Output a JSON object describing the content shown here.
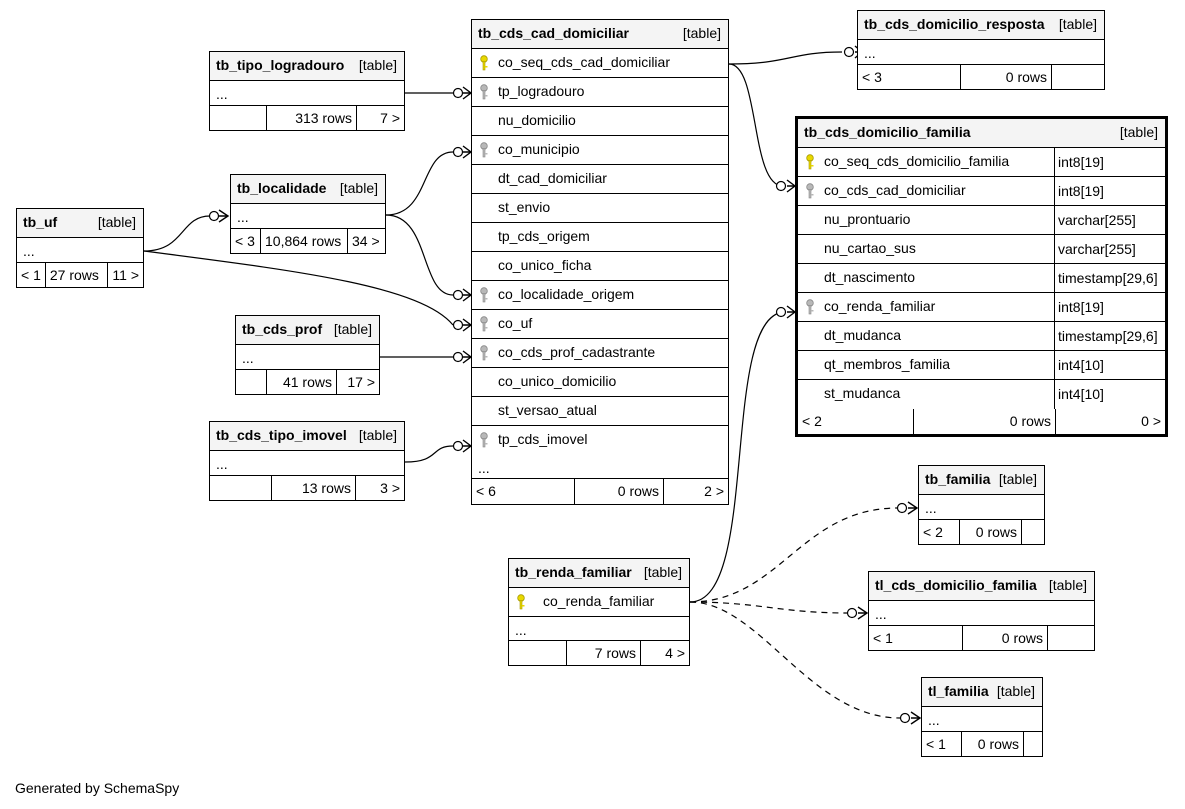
{
  "caption": "Generated by SchemaSpy",
  "tables": {
    "tb_cds_cad_domiciliar": {
      "name": "tb_cds_cad_domiciliar",
      "kind": "[table]",
      "columns": [
        {
          "name": "co_seq_cds_cad_domiciliar",
          "key": "primary"
        },
        {
          "name": "tp_logradouro",
          "key": "foreign"
        },
        {
          "name": "nu_domicilio",
          "key": ""
        },
        {
          "name": "co_municipio",
          "key": "foreign"
        },
        {
          "name": "dt_cad_domiciliar",
          "key": ""
        },
        {
          "name": "st_envio",
          "key": ""
        },
        {
          "name": "tp_cds_origem",
          "key": ""
        },
        {
          "name": "co_unico_ficha",
          "key": ""
        },
        {
          "name": "co_localidade_origem",
          "key": "foreign"
        },
        {
          "name": "co_uf",
          "key": "foreign"
        },
        {
          "name": "co_cds_prof_cadastrante",
          "key": "foreign"
        },
        {
          "name": "co_unico_domicilio",
          "key": ""
        },
        {
          "name": "st_versao_atual",
          "key": ""
        },
        {
          "name": "tp_cds_imovel",
          "key": "foreign"
        }
      ],
      "more": "...",
      "footer": {
        "parents": "< 6",
        "rows": "0 rows",
        "children": "2 >"
      }
    },
    "tb_cds_domicilio_resposta": {
      "name": "tb_cds_domicilio_resposta",
      "kind": "[table]",
      "more": "...",
      "footer": {
        "parents": "< 3",
        "rows": "0 rows",
        "children": ""
      }
    },
    "tb_cds_domicilio_familia": {
      "name": "tb_cds_domicilio_familia",
      "kind": "[table]",
      "columns": [
        {
          "name": "co_seq_cds_domicilio_familia",
          "type": "int8[19]",
          "key": "primary"
        },
        {
          "name": "co_cds_cad_domiciliar",
          "type": "int8[19]",
          "key": "foreign"
        },
        {
          "name": "nu_prontuario",
          "type": "varchar[255]",
          "key": ""
        },
        {
          "name": "nu_cartao_sus",
          "type": "varchar[255]",
          "key": ""
        },
        {
          "name": "dt_nascimento",
          "type": "timestamp[29,6]",
          "key": ""
        },
        {
          "name": "co_renda_familiar",
          "type": "int8[19]",
          "key": "foreign"
        },
        {
          "name": "dt_mudanca",
          "type": "timestamp[29,6]",
          "key": ""
        },
        {
          "name": "qt_membros_familia",
          "type": "int4[10]",
          "key": ""
        },
        {
          "name": "st_mudanca",
          "type": "int4[10]",
          "key": ""
        }
      ],
      "footer": {
        "parents": "< 2",
        "rows": "0 rows",
        "children": "0 >"
      }
    },
    "tb_tipo_logradouro": {
      "name": "tb_tipo_logradouro",
      "kind": "[table]",
      "more": "...",
      "footer": {
        "parents": "",
        "rows": "313 rows",
        "children": "7 >"
      }
    },
    "tb_localidade": {
      "name": "tb_localidade",
      "kind": "[table]",
      "more": "...",
      "footer": {
        "parents": "< 3",
        "rows": "10,864 rows",
        "children": "34 >"
      }
    },
    "tb_uf": {
      "name": "tb_uf",
      "kind": "[table]",
      "more": "...",
      "footer": {
        "parents": "< 1",
        "rows": "27 rows",
        "children": "11 >"
      }
    },
    "tb_cds_prof": {
      "name": "tb_cds_prof",
      "kind": "[table]",
      "more": "...",
      "footer": {
        "parents": "",
        "rows": "41 rows",
        "children": "17 >"
      }
    },
    "tb_cds_tipo_imovel": {
      "name": "tb_cds_tipo_imovel",
      "kind": "[table]",
      "more": "...",
      "footer": {
        "parents": "",
        "rows": "13 rows",
        "children": "3 >"
      }
    },
    "tb_renda_familiar": {
      "name": "tb_renda_familiar",
      "kind": "[table]",
      "columns": [
        {
          "name": "co_renda_familiar",
          "key": "primary"
        }
      ],
      "more": "...",
      "footer": {
        "parents": "",
        "rows": "7 rows",
        "children": "4 >"
      }
    },
    "tb_familia": {
      "name": "tb_familia",
      "kind": "[table]",
      "more": "...",
      "footer": {
        "parents": "< 2",
        "rows": "0 rows",
        "children": ""
      }
    },
    "tl_cds_domicilio_familia": {
      "name": "tl_cds_domicilio_familia",
      "kind": "[table]",
      "more": "...",
      "footer": {
        "parents": "< 1",
        "rows": "0 rows",
        "children": ""
      }
    },
    "tl_familia": {
      "name": "tl_familia",
      "kind": "[table]",
      "more": "...",
      "footer": {
        "parents": "< 1",
        "rows": "0 rows",
        "children": ""
      }
    }
  },
  "relationships": [
    {
      "from": "tb_cds_cad_domiciliar",
      "to": "tb_cds_domicilio_resposta",
      "style": "solid"
    },
    {
      "from": "tb_cds_cad_domiciliar",
      "to": "tb_cds_domicilio_familia.co_cds_cad_domiciliar",
      "style": "solid"
    },
    {
      "from": "tb_tipo_logradouro",
      "to": "tb_cds_cad_domiciliar.tp_logradouro",
      "style": "solid"
    },
    {
      "from": "tb_localidade",
      "to": "tb_cds_cad_domiciliar.co_municipio",
      "style": "solid"
    },
    {
      "from": "tb_localidade",
      "to": "tb_cds_cad_domiciliar.co_localidade_origem",
      "style": "solid"
    },
    {
      "from": "tb_uf",
      "to": "tb_localidade",
      "style": "solid"
    },
    {
      "from": "tb_uf",
      "to": "tb_cds_cad_domiciliar.co_uf",
      "style": "solid"
    },
    {
      "from": "tb_cds_prof",
      "to": "tb_cds_cad_domiciliar.co_cds_prof_cadastrante",
      "style": "solid"
    },
    {
      "from": "tb_cds_tipo_imovel",
      "to": "tb_cds_cad_domiciliar.tp_cds_imovel",
      "style": "solid"
    },
    {
      "from": "tb_renda_familiar",
      "to": "tb_cds_domicilio_familia.co_renda_familiar",
      "style": "solid"
    },
    {
      "from": "tb_renda_familiar",
      "to": "tb_familia",
      "style": "dashed"
    },
    {
      "from": "tb_renda_familiar",
      "to": "tl_cds_domicilio_familia",
      "style": "dashed"
    },
    {
      "from": "tb_renda_familiar",
      "to": "tl_familia",
      "style": "dashed"
    }
  ]
}
